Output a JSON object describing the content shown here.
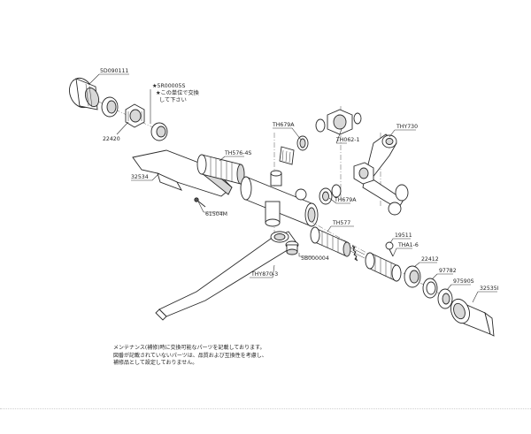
{
  "parts": {
    "p_5d090111": "5D090111",
    "p_5r00005s": "★5R00005S",
    "p_note_unit_1": "★この単位で交換",
    "p_note_unit_2": "して下さい",
    "p_22420": "22420",
    "p_th679a_top": "TH679A",
    "p_thy730": "THY730",
    "p_th062_1": "TH062-1",
    "p_th576_4s": "TH576-4S",
    "p_32534": "32534",
    "p_61504m": "61504M",
    "p_th679a_mid": "TH679A",
    "p_th577": "TH577",
    "p_5b000004": "5B000004",
    "p_19511": "19511",
    "p_tha1_6": "THA1-6",
    "p_22412": "22412",
    "p_97782": "97782",
    "p_thy870_3": "THY870-3",
    "p_97590s": "97590S",
    "p_32535i": "32535I"
  },
  "notes": {
    "line1": "メンテナンス(補修)時に交換可能なパーツを記載しております。",
    "line2": "図番が記載されていないパーツは、品質および互換性を考慮し、",
    "line3": "補修品として設定しておりません。"
  }
}
